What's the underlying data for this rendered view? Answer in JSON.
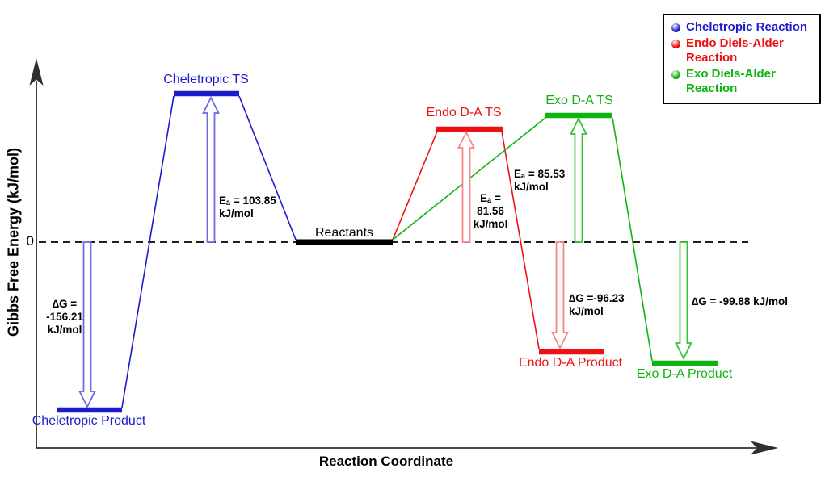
{
  "colors": {
    "cheletropic": "#1c1ccd",
    "cheletropic_light": "#6b6be4",
    "endo": "#ee1111",
    "endo_light": "#f58787",
    "exo": "#0fb30f",
    "exo_light": "#35c035",
    "axis": "#2f2f2f"
  },
  "axes": {
    "y_label": "Gibbs Free Energy (kJ/mol)",
    "x_label": "Reaction Coordinate",
    "zero_tick": "0"
  },
  "levels": [
    {
      "id": "cheletropic-ts",
      "label": "Cheletropic TS"
    },
    {
      "id": "reactants",
      "label": "Reactants"
    },
    {
      "id": "endo-da-ts",
      "label": "Endo D-A TS"
    },
    {
      "id": "exo-da-ts",
      "label": "Exo D-A TS"
    },
    {
      "id": "endo-da-product",
      "label": "Endo D-A Product"
    },
    {
      "id": "exo-da-product",
      "label": "Exo D-A Product"
    },
    {
      "id": "cheletropic-product",
      "label": "Cheletropic Product"
    }
  ],
  "annotations": {
    "ea_cheletropic": {
      "lines": [
        "Eₐ = 103.85",
        "kJ/mol"
      ]
    },
    "ea_endo": {
      "lines": [
        "Eₐ =",
        "81.56",
        "kJ/mol"
      ]
    },
    "ea_exo": {
      "lines": [
        "Eₐ = 85.53",
        "kJ/mol"
      ]
    },
    "dg_cheletropic": {
      "lines": [
        "∆G =",
        "-156.21",
        "kJ/mol"
      ]
    },
    "dg_endo": {
      "lines": [
        "∆G =-96.23",
        "kJ/mol"
      ]
    },
    "dg_exo": {
      "lines": [
        "∆G = -99.88 kJ/mol"
      ]
    }
  },
  "legend": {
    "items": [
      {
        "label": "Cheletropic Reaction",
        "color": "#1c1ccd"
      },
      {
        "label": "Endo Diels-Alder Reaction",
        "color": "#ee1111"
      },
      {
        "label": "Exo Diels-Alder Reaction",
        "color": "#0fb30f"
      }
    ]
  },
  "chart_data": {
    "type": "line",
    "subtype": "reaction-free-energy-diagram",
    "xlabel": "Reaction Coordinate",
    "ylabel": "Gibbs Free Energy (kJ/mol)",
    "baseline": 0,
    "grid": false,
    "legend_position": "top-right",
    "series": [
      {
        "name": "Cheletropic Reaction",
        "color": "#1c1ccd",
        "stages": [
          "Reactants",
          "Cheletropic TS",
          "Cheletropic Product"
        ],
        "values_kJ_per_mol": [
          0,
          103.85,
          -156.21
        ],
        "Ea_kJ_per_mol": 103.85,
        "dG_kJ_per_mol": -156.21
      },
      {
        "name": "Endo Diels-Alder Reaction",
        "color": "#ee1111",
        "stages": [
          "Reactants",
          "Endo D-A TS",
          "Endo D-A Product"
        ],
        "values_kJ_per_mol": [
          0,
          81.56,
          -96.23
        ],
        "Ea_kJ_per_mol": 81.56,
        "dG_kJ_per_mol": -96.23
      },
      {
        "name": "Exo Diels-Alder Reaction",
        "color": "#0fb30f",
        "stages": [
          "Reactants",
          "Exo D-A TS",
          "Exo D-A Product"
        ],
        "values_kJ_per_mol": [
          0,
          85.53,
          -99.88
        ],
        "Ea_kJ_per_mol": 85.53,
        "dG_kJ_per_mol": -99.88
      }
    ]
  }
}
